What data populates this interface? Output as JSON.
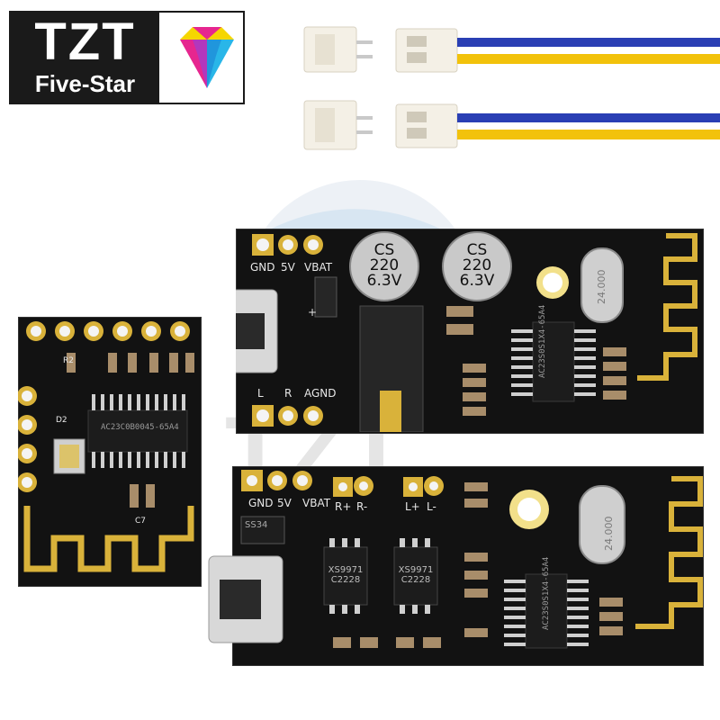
{
  "brand": {
    "logo_main": "TZT",
    "logo_sub": "Five-Star",
    "gem_icon": "diamond-gem-icon",
    "colors": {
      "black": "#1a1a1a",
      "gem_pink": "#e6268f",
      "gem_yellow": "#f5d600",
      "gem_cyan": "#29b6e8"
    }
  },
  "cables": {
    "wire_colors": [
      "#2a3fb4",
      "#f2c20b"
    ],
    "count": 2
  },
  "board_top": {
    "power_pins": [
      "GND",
      "5V",
      "VBAT"
    ],
    "audio_pins": [
      "L",
      "R",
      "AGND"
    ],
    "capacitor_1": "CS\n220\n6.3V",
    "capacitor_2": "CS\n220\n6.3V",
    "crystal": "24.000",
    "chip": "AC23S0S1X4-65A4",
    "polarity": "+"
  },
  "board_small": {
    "chip": "AC23C0B0045-65A4",
    "labels": [
      "R2",
      "D2",
      "C7"
    ]
  },
  "board_bottom": {
    "power_pins": [
      "GND",
      "5V",
      "VBAT"
    ],
    "speaker_right": [
      "R+",
      "R-"
    ],
    "speaker_left": [
      "L+",
      "L-"
    ],
    "amp_1": "XS9971\nC2228",
    "amp_2": "XS9971\nC2228",
    "regulator": "SS34",
    "crystal": "24.000",
    "chip": "AC23S0S1X4-65A4"
  }
}
